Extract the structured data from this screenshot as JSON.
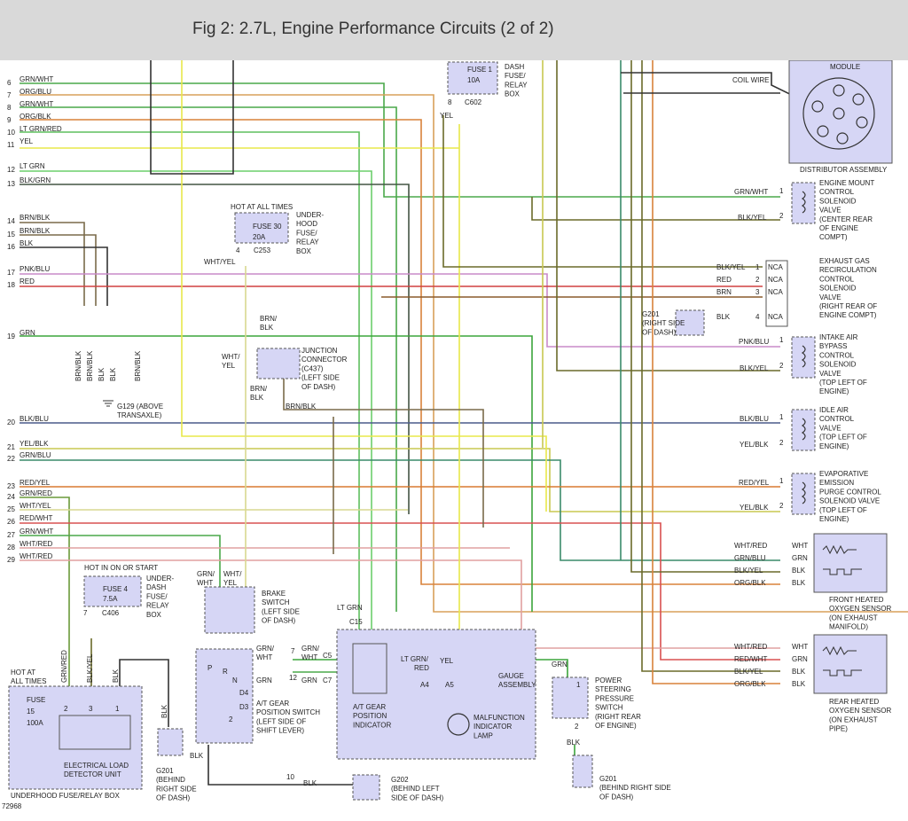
{
  "title": "Fig 2: 2.7L, Engine Performance Circuits (2 of 2)",
  "figure_id": "72968",
  "colors": {
    "GRN/WHT": "#4aa84a",
    "ORG/BLU": "#d9a05a",
    "ORG/BLK": "#d9823a",
    "LT GRN/RED": "#5fbf5f",
    "YEL": "#e8e84a",
    "LT GRN": "#6ccf6c",
    "BLK/GRN": "#445544",
    "BRN/BLK": "#7a6a4a",
    "BLK": "#333333",
    "PNK/BLU": "#c98ac9",
    "RED": "#d04040",
    "GRN": "#3ba53b",
    "BLK/BLU": "#4a5a8a",
    "YEL/BLK": "#c8c850",
    "GRN/BLU": "#3a8a6a",
    "RED/YEL": "#d87a30",
    "GRN/RED": "#6a9a3a",
    "WHT/YEL": "#d8d890",
    "RED/WHT": "#d85050",
    "WHT/RED": "#e0a0a0",
    "WHT": "#bbbbbb",
    "BLK/YEL": "#6a6a2a",
    "BRN": "#8a5a2a",
    "component": "#d6d6f5"
  },
  "left_wires": [
    {
      "num": "6",
      "label": "GRN/WHT"
    },
    {
      "num": "7",
      "label": "ORG/BLU"
    },
    {
      "num": "8",
      "label": "GRN/WHT"
    },
    {
      "num": "9",
      "label": "ORG/BLK"
    },
    {
      "num": "10",
      "label": "LT GRN/RED"
    },
    {
      "num": "11",
      "label": "YEL"
    },
    {
      "num": "12",
      "label": "LT GRN"
    },
    {
      "num": "13",
      "label": "BLK/GRN"
    },
    {
      "num": "14",
      "label": "BRN/BLK"
    },
    {
      "num": "15",
      "label": "BRN/BLK"
    },
    {
      "num": "16",
      "label": "BLK"
    },
    {
      "num": "17",
      "label": "PNK/BLU"
    },
    {
      "num": "18",
      "label": "RED"
    },
    {
      "num": "19",
      "label": "GRN"
    },
    {
      "num": "20",
      "label": "BLK/BLU"
    },
    {
      "num": "21",
      "label": "YEL/BLK"
    },
    {
      "num": "22",
      "label": "GRN/BLU"
    },
    {
      "num": "23",
      "label": "RED/YEL"
    },
    {
      "num": "24",
      "label": "GRN/RED"
    },
    {
      "num": "25",
      "label": "WHT/YEL"
    },
    {
      "num": "26",
      "label": "RED/WHT"
    },
    {
      "num": "27",
      "label": "GRN/WHT"
    },
    {
      "num": "28",
      "label": "WHT/RED"
    },
    {
      "num": "29",
      "label": "WHT/RED"
    }
  ],
  "distributor": {
    "top": "MODULE",
    "coil": "COIL WIRE",
    "name": "DISTRIBUTOR ASSEMBLY"
  },
  "fuse1": {
    "name": "FUSE 1",
    "amps": "10A",
    "loc": [
      "DASH",
      "FUSE/",
      "RELAY",
      "BOX"
    ],
    "pin": "8",
    "conn": "C602",
    "wire": "YEL"
  },
  "fuse30": {
    "hot": "HOT AT ALL TIMES",
    "name": "FUSE 30",
    "amps": "20A",
    "loc": [
      "UNDER-",
      "HOOD",
      "FUSE/",
      "RELAY",
      "BOX"
    ],
    "pin": "4",
    "conn": "C253",
    "wire": "WHT/YEL"
  },
  "junction": {
    "lines": [
      "JUNCTION",
      "CONNECTOR",
      "(C437)",
      "(LEFT SIDE",
      "OF DASH)"
    ],
    "w1a": "BRN/",
    "w1b": "BLK",
    "w2a": "WHT/",
    "w2b": "YEL",
    "w3a": "BRN/",
    "w3b": "BLK",
    "w4": "BRN/BLK"
  },
  "g129": {
    "lines": [
      "G129 (ABOVE",
      "TRANSAXLE)"
    ],
    "wires": [
      "BRN/BLK",
      "BRN/BLK",
      "BLK",
      "BLK",
      "BRN/BLK"
    ]
  },
  "engine_mount": {
    "lines": [
      "ENGINE MOUNT",
      "CONTROL",
      "SOLENOID",
      "VALVE",
      "(CENTER REAR",
      "OF ENGINE",
      "COMPT)"
    ],
    "w1": "GRN/WHT",
    "p1": "1",
    "w2": "BLK/YEL",
    "p2": "2"
  },
  "egr": {
    "lines": [
      "EXHAUST GAS",
      "RECIRCULATION",
      "CONTROL",
      "SOLENOID",
      "VALVE",
      "(RIGHT REAR OF",
      "ENGINE COMPT)"
    ],
    "w1": "BLK/YEL",
    "w2": "RED",
    "w3": "BRN",
    "w4": "BLK",
    "p1": "1",
    "p2": "2",
    "p3": "3",
    "p4": "4",
    "nca": "NCA"
  },
  "g201_dash": {
    "lines": [
      "G201",
      "(RIGHT SIDE",
      "OF DASH)"
    ]
  },
  "intake": {
    "lines": [
      "INTAKE AIR",
      "BYPASS",
      "CONTROL",
      "SOLENOID",
      "VALVE",
      "(TOP LEFT OF",
      "ENGINE)"
    ],
    "w1": "PNK/BLU",
    "p1": "1",
    "w2": "BLK/YEL",
    "p2": "2"
  },
  "idle": {
    "lines": [
      "IDLE AIR",
      "CONTROL",
      "VALVE",
      "(TOP LEFT OF",
      "ENGINE)"
    ],
    "w1": "BLK/BLU",
    "p1": "1",
    "w2": "YEL/BLK",
    "p2": "2"
  },
  "evap": {
    "lines": [
      "EVAPORATIVE",
      "EMISSION",
      "PURGE CONTROL",
      "SOLENOID VALVE",
      "(TOP LEFT OF",
      "ENGINE)"
    ],
    "w1": "RED/YEL",
    "p1": "1",
    "w2": "YEL/BLK",
    "p2": "2"
  },
  "front_o2": {
    "lines": [
      "FRONT HEATED",
      "OXYGEN SENSOR",
      "(ON EXHAUST",
      "MANIFOLD)"
    ],
    "w1": "WHT/RED",
    "w2": "GRN/BLU",
    "w3": "BLK/YEL",
    "w4": "ORG/BLK",
    "c1": "WHT",
    "c2": "GRN",
    "c3": "BLK",
    "c4": "BLK"
  },
  "rear_o2": {
    "lines": [
      "REAR HEATED",
      "OXYGEN SENSOR",
      "(ON EXHAUST",
      "PIPE)"
    ],
    "w1": "WHT/RED",
    "w2": "RED/WHT",
    "w3": "BLK/YEL",
    "w4": "ORG/BLK",
    "c1": "WHT",
    "c2": "GRN",
    "c3": "BLK",
    "c4": "BLK"
  },
  "fuse4": {
    "hot": "HOT IN ON OR START",
    "name": "FUSE 4",
    "amps": "7.5A",
    "loc": [
      "UNDER-",
      "DASH",
      "FUSE/",
      "RELAY",
      "BOX"
    ],
    "pin": "7",
    "conn": "C406"
  },
  "brake": {
    "lines": [
      "BRAKE",
      "SWITCH",
      "(LEFT SIDE",
      "OF DASH)"
    ],
    "w1a": "GRN/",
    "w1b": "WHT",
    "w2a": "WHT/",
    "w2b": "YEL"
  },
  "atgear": {
    "lines": [
      "A/T GEAR",
      "POSITION SWITCH",
      "(LEFT SIDE OF",
      "SHIFT LEVER)"
    ],
    "p": "P",
    "r": "R",
    "n": "N",
    "d4": "D4",
    "d3": "D3",
    "two": "2",
    "w1a": "GRN/",
    "w1b": "WHT",
    "w2": "GRN",
    "pin7": "7",
    "pin12": "12",
    "w3a": "GRN/",
    "w3b": "WHT",
    "w4": "GRN",
    "c5": "C5",
    "c7": "C7",
    "blk": "BLK",
    "pin10": "10"
  },
  "g202": {
    "lines": [
      "G202",
      "(BEHIND LEFT",
      "SIDE OF DASH)"
    ]
  },
  "gauge": {
    "label": [
      "GAUGE",
      "ASSEMBLY"
    ],
    "ltgrn": "LT GRN",
    "c15": "C15",
    "at_ind": [
      "A/T GEAR",
      "POSITION",
      "INDICATOR"
    ],
    "mil": [
      "MALFUNCTION",
      "INDICATOR",
      "LAMP"
    ],
    "a4": "A4",
    "a5": "A5",
    "w1a": "LT GRN/",
    "w1b": "RED",
    "w2": "YEL"
  },
  "eld": {
    "hot": [
      "HOT AT",
      "ALL TIMES"
    ],
    "fuse": "FUSE",
    "fnum": "15",
    "amps": "100A",
    "pins": [
      "2",
      "3",
      "1"
    ],
    "wires": [
      "GRN/RED",
      "BLK/YEL",
      "BLK"
    ],
    "name": [
      "ELECTRICAL LOAD",
      "DETECTOR UNIT"
    ],
    "box": "UNDERHOOD FUSE/RELAY BOX"
  },
  "g201_a": {
    "wire": "BLK",
    "lines": [
      "G201",
      "(BEHIND",
      "RIGHT SIDE",
      "OF DASH)"
    ]
  },
  "pspress": {
    "lines": [
      "POWER",
      "STEERING",
      "PRESSURE",
      "SWITCH",
      "(RIGHT REAR",
      "OF ENGINE)"
    ],
    "w1": "GRN",
    "p1": "1",
    "p2": "2",
    "w2": "BLK"
  },
  "g201_b": {
    "lines": [
      "G201",
      "(BEHIND RIGHT SIDE",
      "OF DASH)"
    ]
  }
}
